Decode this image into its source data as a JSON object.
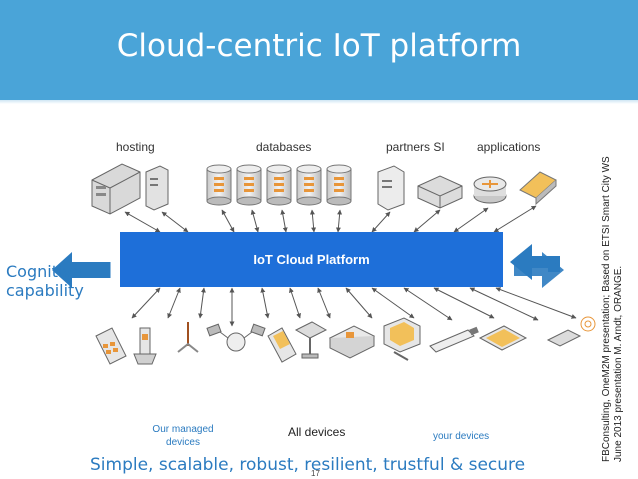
{
  "slide": {
    "title": "Cloud-centric IoT platform",
    "page_number": "17"
  },
  "categories": {
    "hosting": "hosting",
    "databases": "databases",
    "partners": "partners SI",
    "applications": "applications"
  },
  "platform": {
    "label": "IoT Cloud Platform"
  },
  "cognitive": {
    "line1": "Cognitive",
    "line2": "capability"
  },
  "devices": {
    "managed_line1": "Our managed",
    "managed_line2": "devices",
    "all": "All devices",
    "yours": "your devices"
  },
  "tagline": "Simple, scalable, robust, resilient,  trustful & secure",
  "source_note": {
    "line1": "FBConsulting, OneM2M presentation; Based on ETSI Smart City WS",
    "line2": "June 2013 presentation M. Arndt, ORANGE."
  },
  "colors": {
    "title_band": "#4aa4d8",
    "platform": "#1e6fd9",
    "accent_text": "#2b7bc0",
    "database": "#e8963a"
  },
  "icons": {
    "top": [
      "server-rack-icon",
      "server-tower-icon",
      "database-icon",
      "server-icon",
      "network-switch-icon",
      "router-icon",
      "application-window-icon"
    ],
    "bottom": [
      "phone-icon",
      "cordless-phone-icon",
      "antenna-icon",
      "satellite-icon",
      "pda-icon",
      "camera-icon",
      "printer-icon",
      "monitor-icon",
      "usb-stick-icon",
      "tablet-icon",
      "remote-control-icon"
    ]
  }
}
